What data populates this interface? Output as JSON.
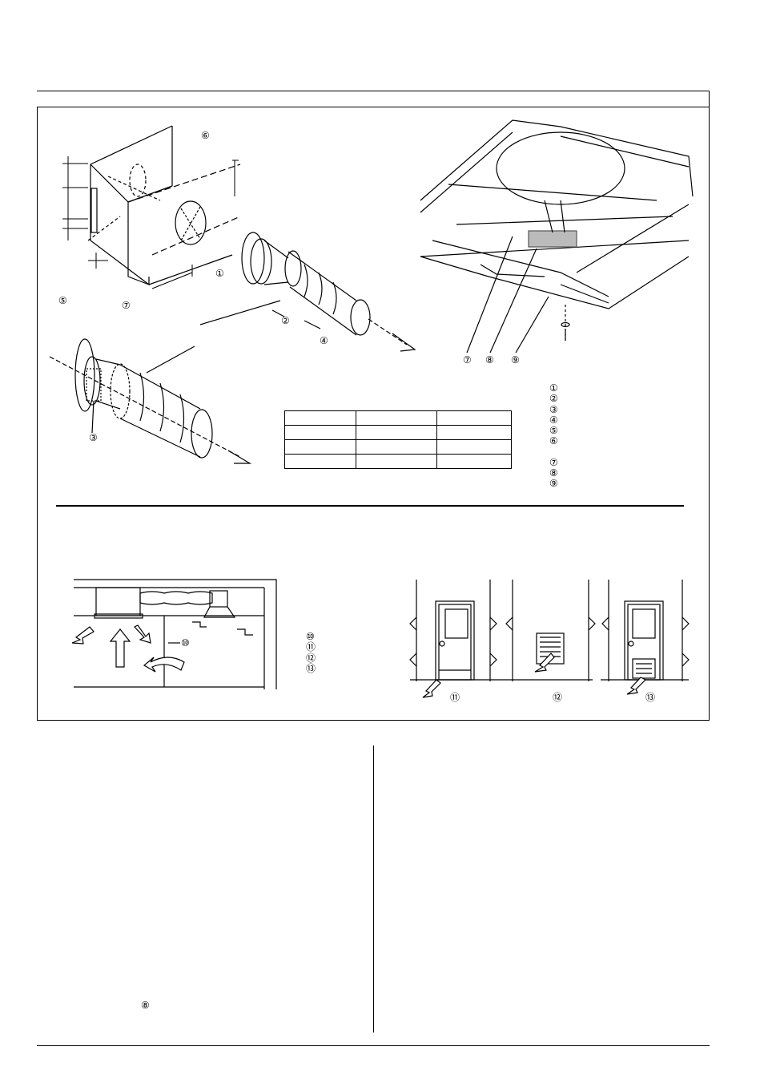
{
  "markers": {
    "m1": "①",
    "m2": "②",
    "m3": "③",
    "m4": "④",
    "m5": "⑤",
    "m6": "⑥",
    "m7": "⑦",
    "m8": "⑧",
    "m9": "⑨",
    "m10": "⑩",
    "m11": "⑪",
    "m12": "⑫",
    "m13": "⑬"
  },
  "legend_top": [
    "①",
    "②",
    "③",
    "④",
    "⑤",
    "⑥",
    "",
    "⑦",
    "⑧",
    "⑨"
  ],
  "legend_bottom": [
    "⑩",
    "⑪",
    "⑫",
    "⑬"
  ],
  "body_text": {
    "left_col_marker": "⑧"
  }
}
